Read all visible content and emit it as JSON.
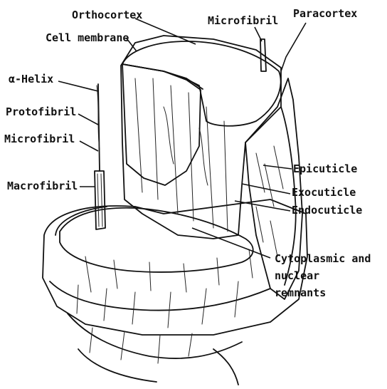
{
  "labels": {
    "orthocortex": "Orthocortex",
    "microfibril_top": "Microfibril",
    "paracortex": "Paracortex",
    "cell_membrane": "Cell membrane",
    "alpha_helix": "α-Helix",
    "protofibril": "Protofibril",
    "microfibril_left": "Microfibril",
    "macrofibril": "Macrofibril",
    "epicuticle": "Epicuticle",
    "exocuticle": "Exocuticle",
    "endocuticle": "Endocuticle",
    "cytoplasmic_line1": "Cytoplasmic and",
    "cytoplasmic_line2": "nuclear",
    "cytoplasmic_line3": "remnants"
  },
  "colors": {
    "ink": "#111111",
    "background": "#ffffff"
  }
}
